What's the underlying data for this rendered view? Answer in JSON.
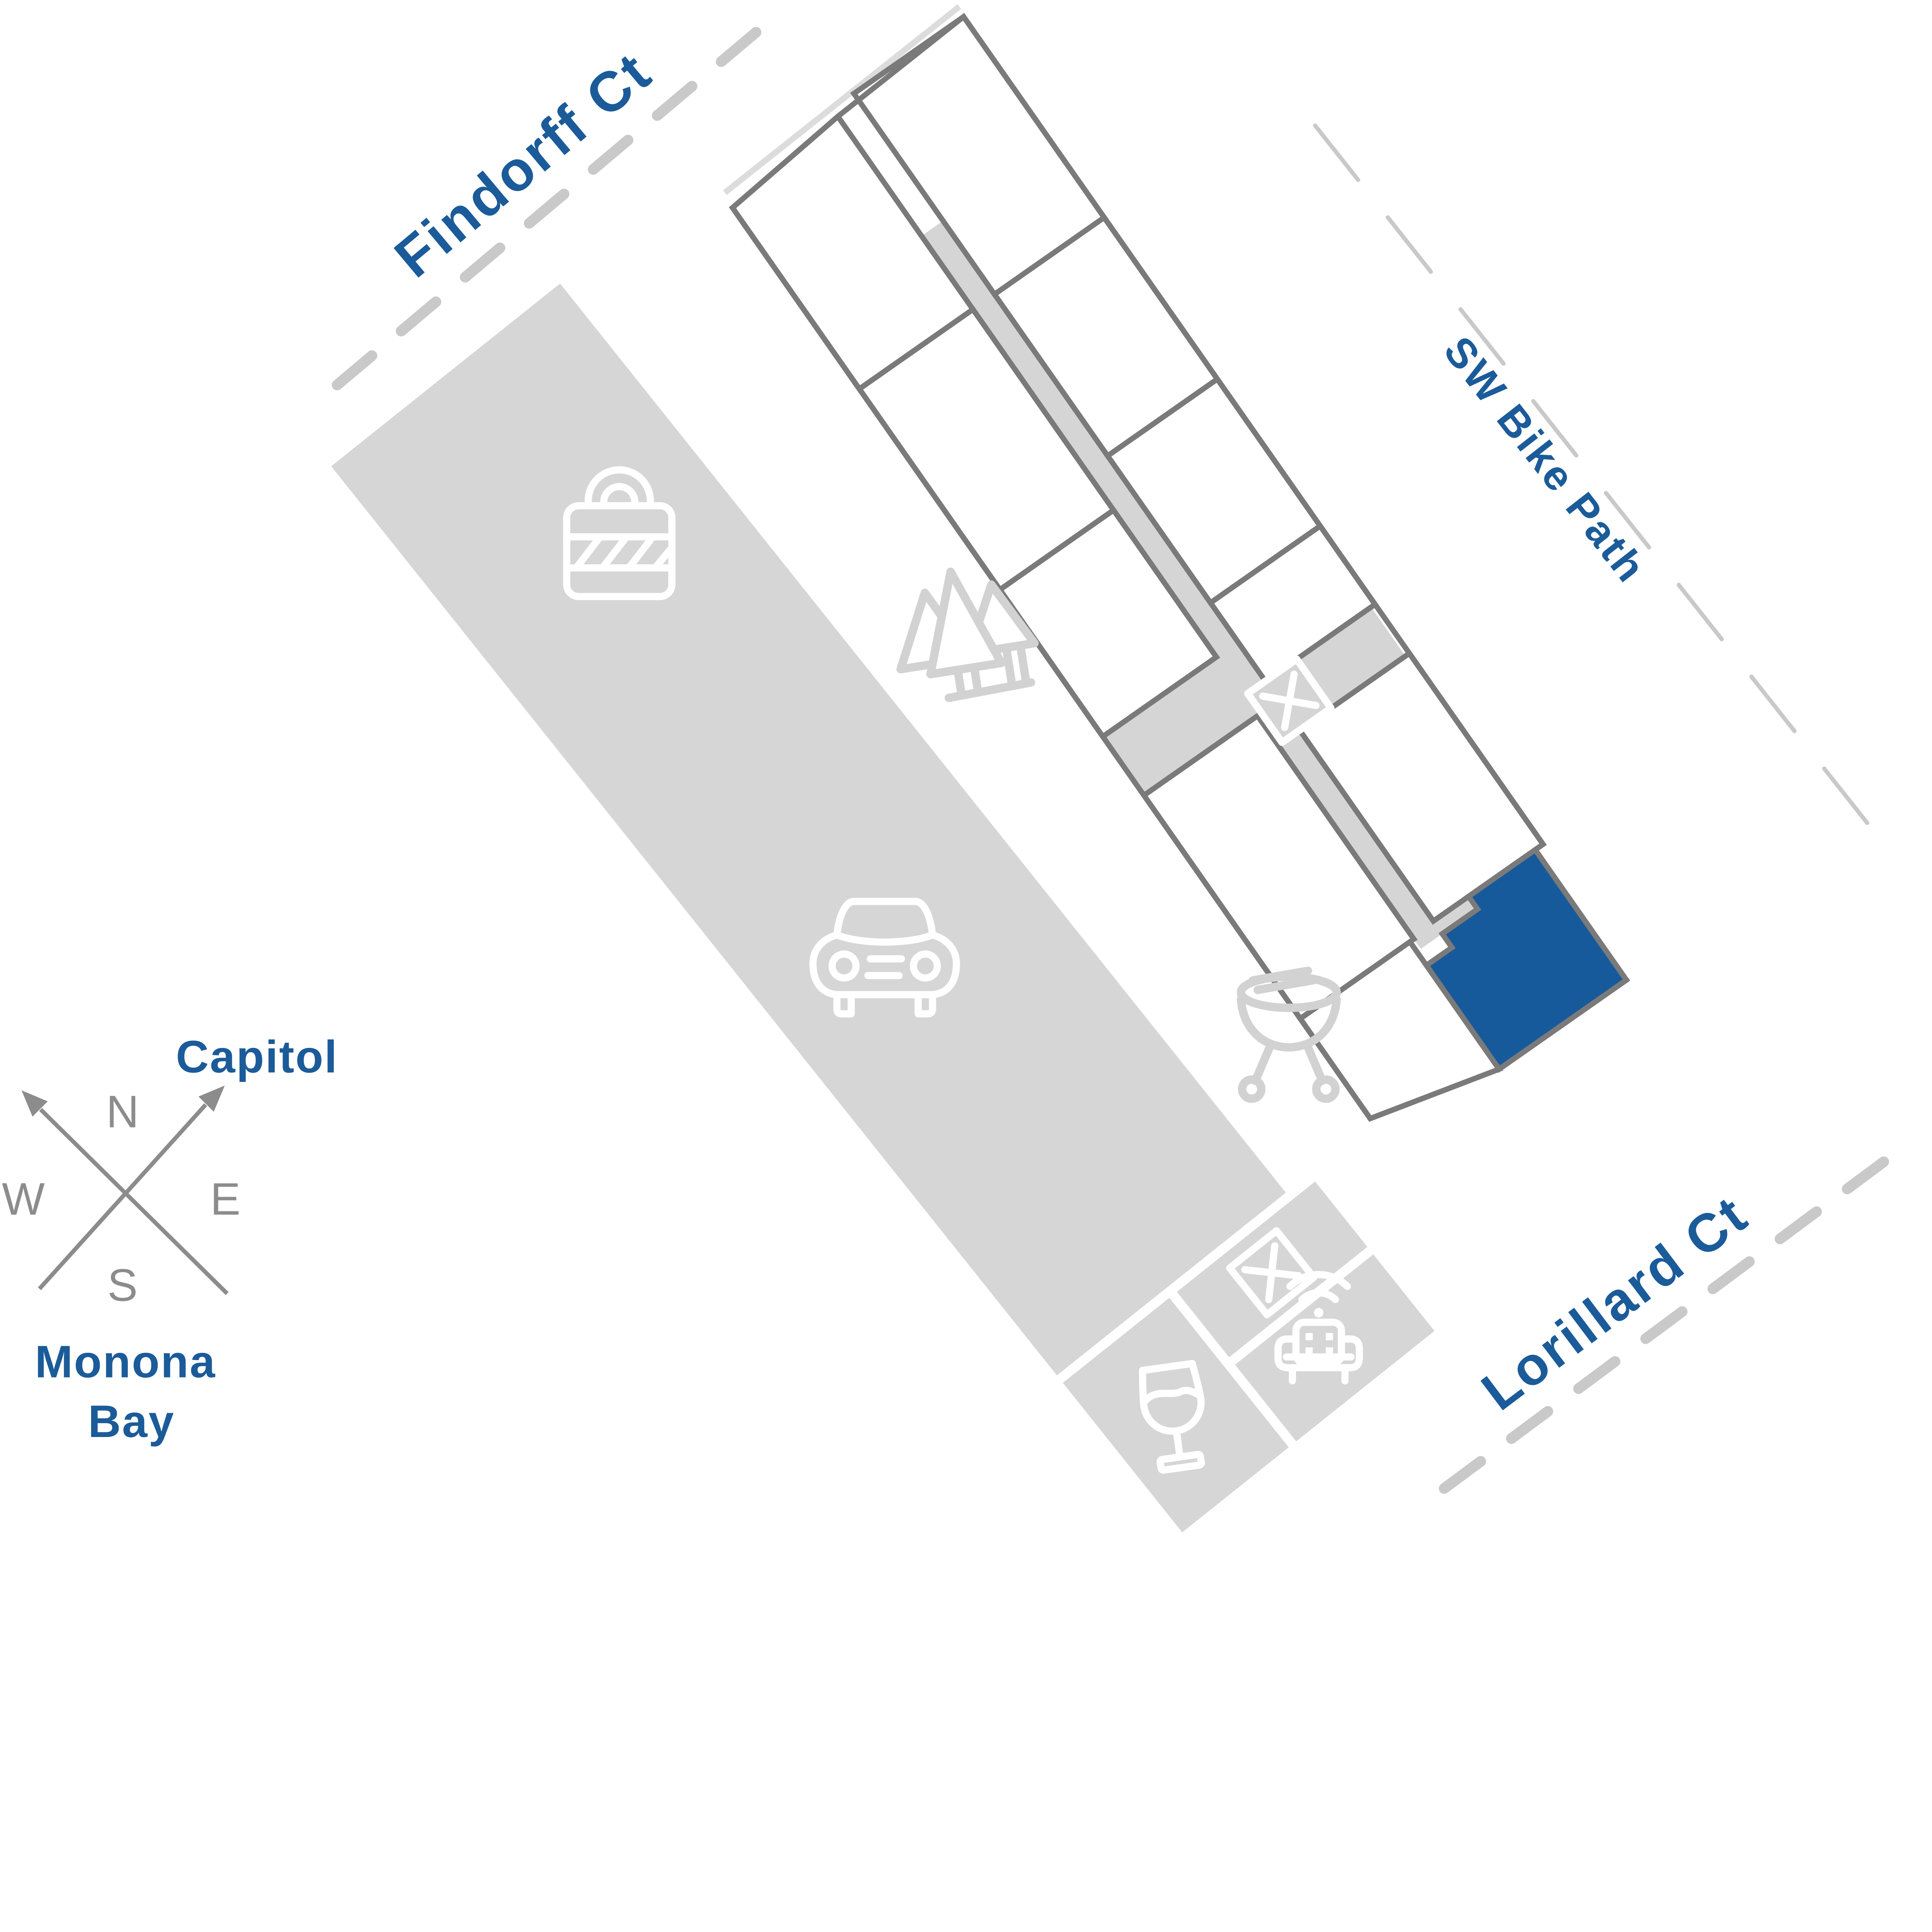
{
  "streets": {
    "findorff": {
      "label": "Findorff Ct"
    },
    "sw_bike_path": {
      "label": "SW Bike Path"
    },
    "lorillard": {
      "label": "Lorillard Ct"
    }
  },
  "compass": {
    "north": "N",
    "south": "S",
    "east": "E",
    "west": "W",
    "landmark_northeast": "Capitol",
    "landmark_southwest_line1": "Monona",
    "landmark_southwest_line2": "Bay"
  },
  "site": {
    "selected_unit_color": "#175a9b",
    "label_color": "#1b5b99",
    "unit_outline_color": "#7a7a7a",
    "corridor_color": "#d5d5d5",
    "parking_color": "#d6d6d6",
    "street_dash_color": "#c9c9c9",
    "compass_color": "#8c8c8c",
    "icon_on_white_color": "#d2d2d2",
    "icon_on_gray_color": "#ffffff",
    "selected_unit": {
      "highlighted": true
    },
    "amenity_icons": [
      "padlock-storage",
      "parking-car",
      "trees",
      "grill",
      "elevator",
      "wine-glass",
      "lounge-chair-wifi"
    ]
  }
}
